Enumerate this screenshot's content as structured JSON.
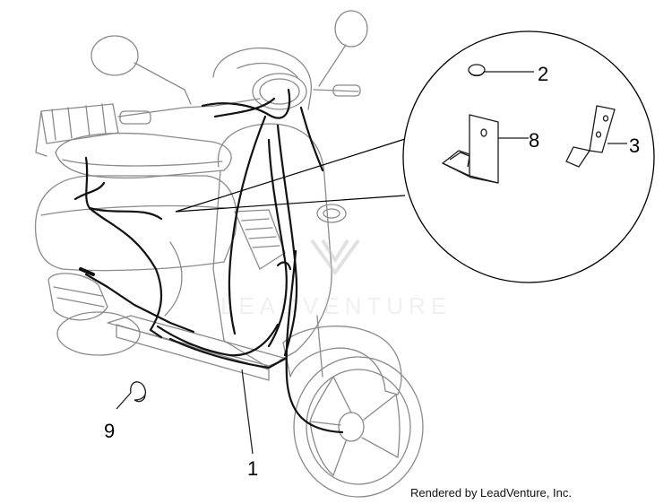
{
  "callouts": {
    "c1": "1",
    "c2": "2",
    "c3": "3",
    "c8": "8",
    "c9": "9"
  },
  "watermark": "LEADVENTURE",
  "credit": "Rendered by LeadVenture, Inc.",
  "colors": {
    "line": "#1a1a1a",
    "scooter_outline": "#8a8a8a",
    "harness": "#111111"
  }
}
